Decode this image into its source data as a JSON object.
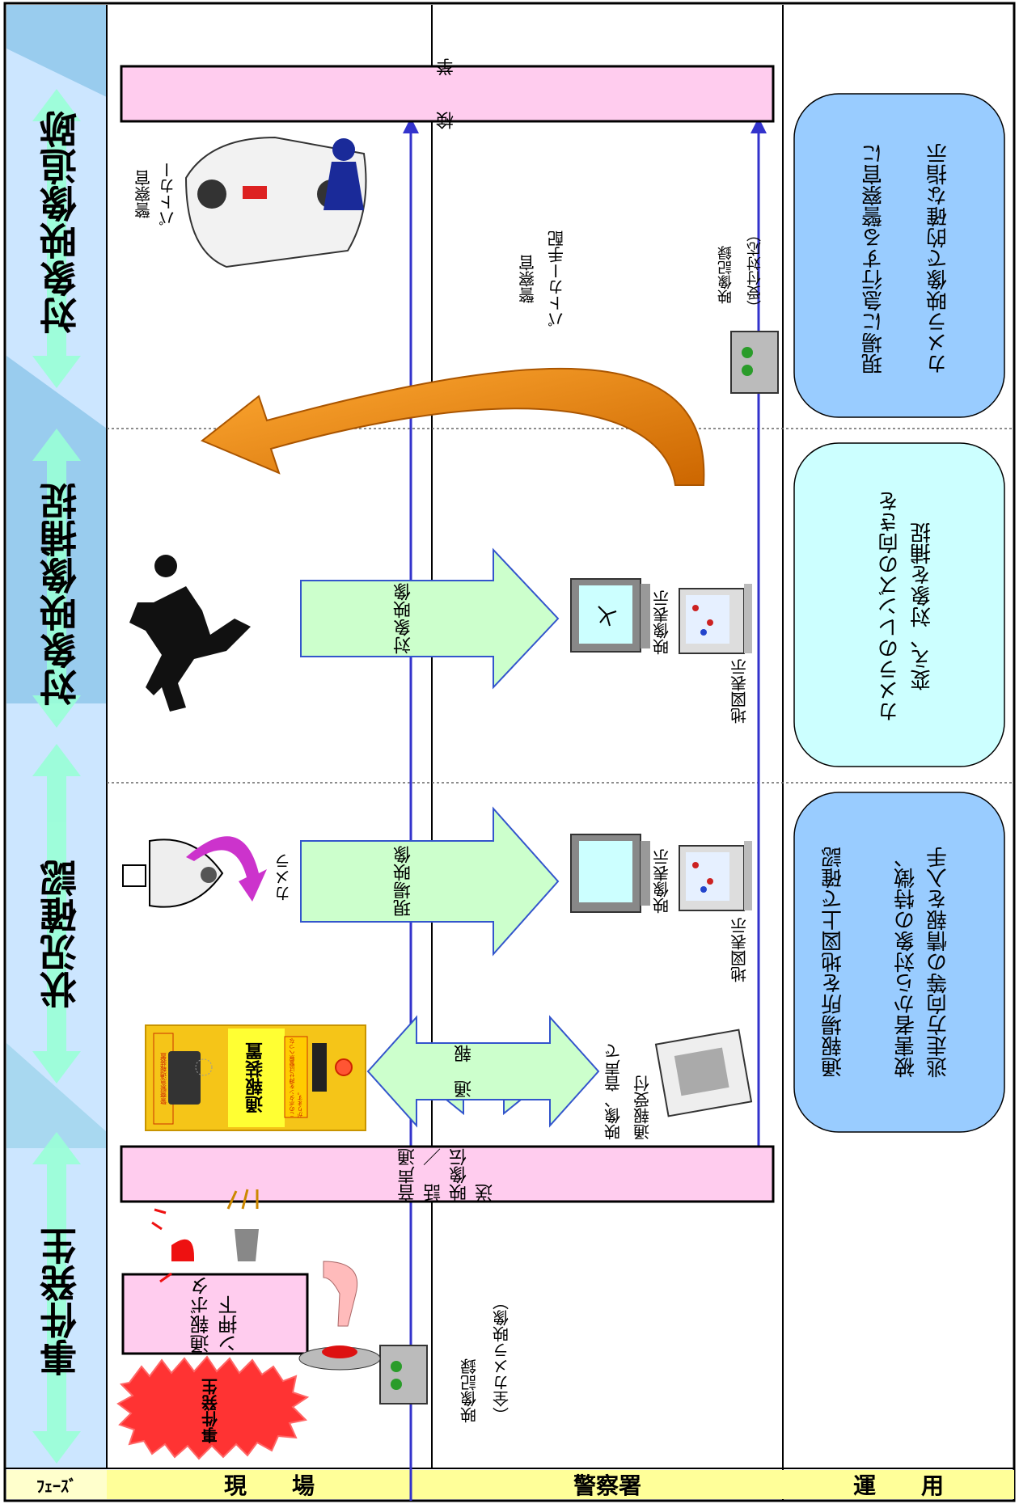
{
  "rows": {
    "field": "現　　場",
    "police": "警察署",
    "ops": "運　　用"
  },
  "phase_header": "ﾌｪｰｽﾞ",
  "phases": [
    {
      "id": "incident",
      "label": "事件発生"
    },
    {
      "id": "check",
      "label": "状況確認"
    },
    {
      "id": "capture",
      "label": "対象映像捕捉"
    },
    {
      "id": "track",
      "label": "対象映像追跡"
    }
  ],
  "field": {
    "incident_burst": "事件発生",
    "report_button": "通報ボタン押下",
    "device_label": "通報装置",
    "device_banner": "警察緊急通報装置",
    "device_side_text": "このボタンを押せば警察へつながります。",
    "camera_label": "カメラ",
    "officer_label": "警察官",
    "patrol_label": "パトカー",
    "arrest_label": "検　　挙"
  },
  "police": {
    "voice_video": "音声通話　／　映像伝送",
    "video_record_full": "映像記録",
    "video_record_full_sub": "（全カメラ映像）",
    "report_recv": "映像、音声で",
    "report_recv2": "通報受付",
    "map_display_1": "地図表示",
    "video_display_1": "映像表示",
    "map_display_2": "地図表示",
    "video_display_2": "映像表示",
    "dispatch_1": "警察官",
    "dispatch_2": "パトカー手配",
    "video_record_2": "映像記録",
    "video_record_2_sub": "（受付対応）"
  },
  "arrows": {
    "report": "通　報",
    "scene_video": "現場映像",
    "target_video": "対象映像"
  },
  "ops": {
    "box1_line1": "通報場所を地図上で確認",
    "box1_line2": "被害者から対象の特徴、",
    "box1_line3": "逃走方向等の情報を入手",
    "box2_line1": "カメラのレンズの向きを",
    "box2_line2": "変え、対象を捕捉",
    "box3_line1": "現場に急行する警察官に",
    "box3_line2": "カメラ映像で的確な指示"
  },
  "colors": {
    "row_label_bg": "#ffff99",
    "phase_band": "#66ccff",
    "phase_arrow": "#99ffcc",
    "pink_box": "#ffccee",
    "ops_box": "#99ccff",
    "ops_box_light": "#ccffff",
    "timeline": "#3333cc",
    "arrow_green": "#ccffcc",
    "orange": "#ff9900"
  }
}
